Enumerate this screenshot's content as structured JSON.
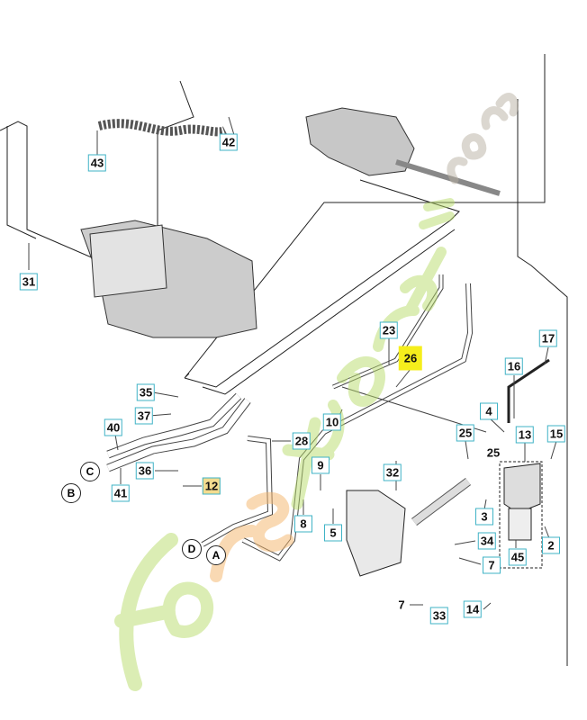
{
  "diagram": {
    "watermark": "Forêtjardin.com",
    "watermark_colors": {
      "green": "#b9dc6c",
      "orange": "#f5b56a",
      "gray": "#b9b0a2"
    },
    "label_border_color": "#3fb3c6",
    "highlight_color": "#f5ee1c",
    "part_labels": {
      "p42": "42",
      "p43": "43",
      "p31": "31",
      "p23": "23",
      "p26": "26",
      "p17": "17",
      "p16": "16",
      "p4": "4",
      "p13": "13",
      "p15": "15",
      "p25a": "25",
      "p25b": "25",
      "p35": "35",
      "p37": "37",
      "p40": "40",
      "p41": "41",
      "p36": "36",
      "p12": "12",
      "p28": "28",
      "p10": "10",
      "p9": "9",
      "p8": "8",
      "p5": "5",
      "p32": "32",
      "p3": "3",
      "p34": "34",
      "p7a": "7",
      "p7b": "7",
      "p2": "2",
      "p45": "45",
      "p14": "14",
      "p33": "33"
    },
    "connectors": {
      "c": "C",
      "b": "B",
      "d": "D",
      "a": "A"
    }
  }
}
